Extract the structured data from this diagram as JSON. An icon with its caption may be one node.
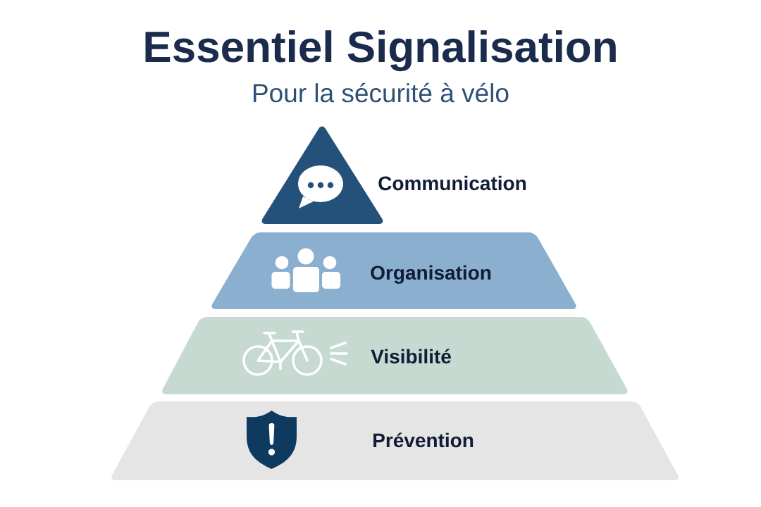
{
  "diagram": {
    "title": "Essentiel Signalisation",
    "nodes": [
      {
        "text": [
          "Communication"
        ]
      },
      {
        "text": [
          "Organisation"
        ]
      },
      {
        "text": [
          "Visibilité"
        ]
      },
      {
        "text": [
          "Prévention"
        ]
      }
    ],
    "labels": [
      "Pour la sécurité à vélo"
    ]
  }
}
